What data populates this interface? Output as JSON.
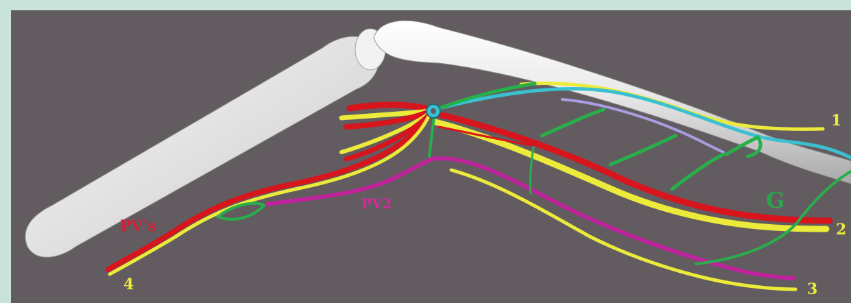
{
  "labels": {
    "pv_s": "PV's",
    "pv_2": "PV2",
    "g": "G",
    "n1": "1",
    "n2": "2",
    "n3": "3",
    "n4": "4"
  },
  "colors": {
    "background": "#625c61",
    "frame": "#c9e3da",
    "bone": "#e6e6e6",
    "red_vessel": "#d8141c",
    "yellow_vessel": "#ecea3a",
    "green_vessel": "#27b04a",
    "magenta_vessel": "#c0249c",
    "cyan_vessel": "#3bc0d2",
    "lavender_vessel": "#a89ee2",
    "label_red": "#d0203a",
    "label_magenta": "#d02c9c",
    "label_yellow": "#ecea3a",
    "label_green": "#2aa64a"
  }
}
